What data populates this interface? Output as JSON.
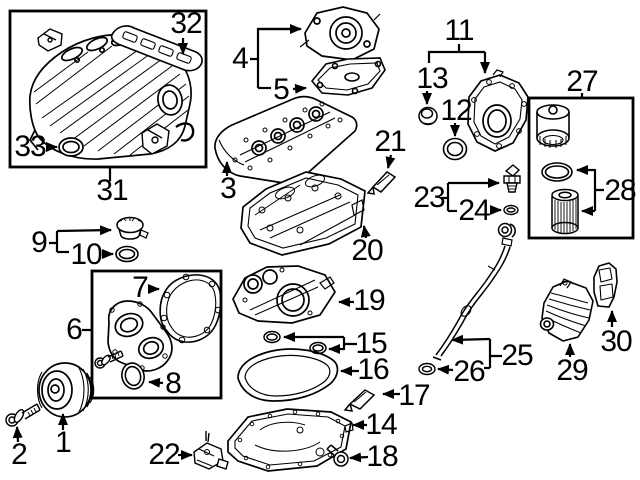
{
  "diagram": {
    "background_color": "#ffffff",
    "line_color": "#000000",
    "style": "black-and-white exploded parts line drawing"
  },
  "labels": {
    "n1": "1",
    "n2": "2",
    "n3": "3",
    "n4": "4",
    "n5": "5",
    "n6": "6",
    "n7": "7",
    "n8": "8",
    "n9": "9",
    "n10": "10",
    "n11": "11",
    "n12": "12",
    "n13": "13",
    "n14": "14",
    "n15": "15",
    "n16": "16",
    "n17": "17",
    "n18": "18",
    "n19": "19",
    "n20": "20",
    "n21": "21",
    "n22": "22",
    "n23": "23",
    "n24": "24",
    "n25": "25",
    "n26": "26",
    "n27": "27",
    "n28": "28",
    "n29": "29",
    "n30": "30",
    "n31": "31",
    "n32": "32",
    "n33": "33"
  }
}
